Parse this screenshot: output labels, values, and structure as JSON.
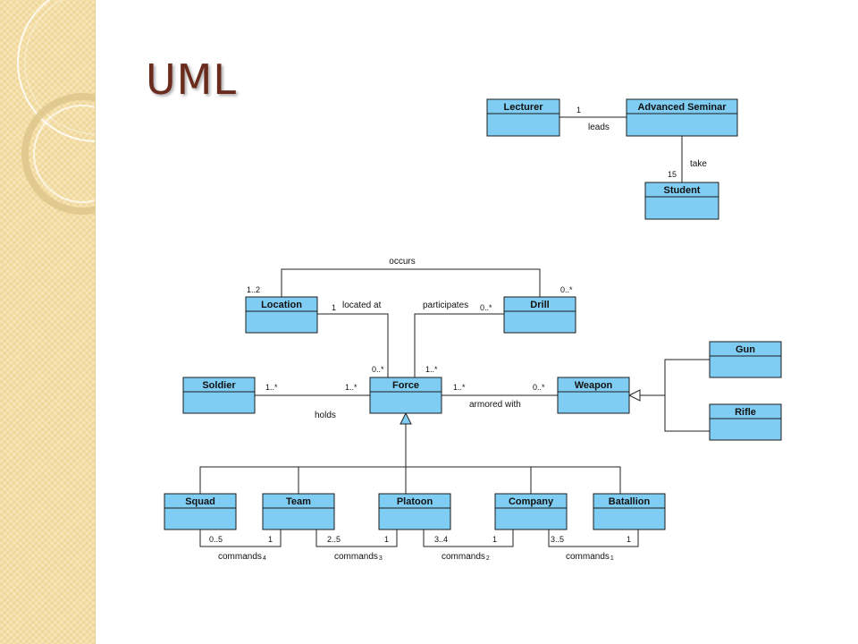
{
  "slide": {
    "title": "UML"
  },
  "classes": {
    "lecturer": "Lecturer",
    "advanced_seminar": "Advanced Seminar",
    "student": "Student",
    "location": "Location",
    "drill": "Drill",
    "soldier": "Soldier",
    "force": "Force",
    "weapon": "Weapon",
    "gun": "Gun",
    "rifle": "Rifle",
    "squad": "Squad",
    "team": "Team",
    "platoon": "Platoon",
    "company": "Company",
    "batallion": "Batallion"
  },
  "associations": {
    "leads": {
      "label": "leads",
      "mult_seminar": "1"
    },
    "take": {
      "label": "take",
      "mult_student": "15"
    },
    "occurs": {
      "label": "occurs",
      "mult_location": "1..2",
      "mult_drill": "0..*"
    },
    "located_at": {
      "label": "located at",
      "mult_location": "1",
      "mult_force": "0..*"
    },
    "participates": {
      "label": "participates",
      "mult_drill": "0..*",
      "mult_force": "1..*"
    },
    "holds": {
      "label": "holds",
      "mult_soldier": "1..*",
      "mult_force": "1..*"
    },
    "armored_with": {
      "label": "armored with",
      "mult_force": "1..*",
      "mult_weapon": "0..*"
    },
    "commands4": {
      "label": "commands",
      "sub": "4",
      "mult_left": "0..5",
      "mult_right": "1"
    },
    "commands3": {
      "label": "commands",
      "sub": "3",
      "mult_left": "2..5",
      "mult_right": "1"
    },
    "commands2": {
      "label": "commands",
      "sub": "2",
      "mult_left": "3..4",
      "mult_right": "1"
    },
    "commands1": {
      "label": "commands",
      "sub": "1",
      "mult_left": "3..5",
      "mult_right": "1"
    }
  },
  "colors": {
    "class_fill": "#7fcdf2",
    "title": "#6a2a1c",
    "sidebar": "#f5dfa6"
  }
}
